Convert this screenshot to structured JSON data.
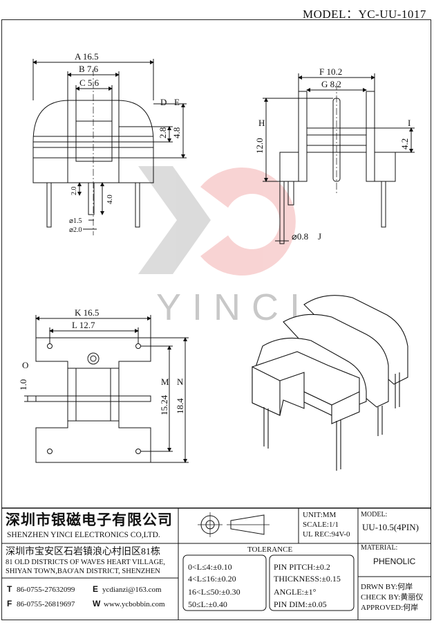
{
  "model_header": "MODEL：YC-UU-1017",
  "watermark": "YINCI",
  "colors": {
    "line": "#111111",
    "watermark_red": "#e85a5a",
    "watermark_gray": "#bfbfbf"
  },
  "front_view": {
    "A": "A 16.5",
    "B": "B 7.6",
    "C": "C 5.6",
    "D": "D",
    "D_val": "2.8",
    "E": "E",
    "E_val": "4.8",
    "dim_2_0": "2.0",
    "dim_4_0": "4.0",
    "phi_1_5": "⌀1.5",
    "phi_2_0": "⌀2.0"
  },
  "side_view": {
    "F": "F 10.2",
    "G": "G 8.2",
    "H": "H",
    "H_val": "12.0",
    "I": "I",
    "I_val": "4.2",
    "phi_0_8": "⌀0.8",
    "J": "J"
  },
  "bottom_view": {
    "K": "K 16.5",
    "L": "L 12.7",
    "O": "O",
    "O_val": "1.0",
    "M": "M",
    "M_val": "15.24",
    "N": "N",
    "N_val": "18.4"
  },
  "title_block": {
    "company_cn": "深圳市银磁电子有限公司",
    "company_en": "SHENZHEN YINCI ELECTRONICS CO,LTD.",
    "unit": "UNIT:MM",
    "scale": "SCALE:1/1",
    "ul_rec": "UL REC:94V-0",
    "model_label": "MODEL:",
    "model_value": "UU-10.5(4PIN)",
    "address_cn": "深圳市宝安区石岩镇浪心村旧区81栋",
    "address_en_1": "81 OLD DISTRICTS OF WAVES HEART VILLAGE,",
    "address_en_2": "SHIYAN TOWN,BAO'AN DISTRICT, SHENZHEN",
    "tolerance_title": "TOLERANCE",
    "tolerances": [
      "0<L≤4:±0.10",
      "4<L≤16:±0.20",
      "16<L≤50:±0.30",
      "50≤L:±0.40"
    ],
    "specs": [
      "PIN PITCH:±0.2",
      "THICKNESS:±0.15",
      "ANGLE:±1°",
      "PIN DIM:±0.05"
    ],
    "material_label": "MATERIAL:",
    "material_value": "PHENOLIC",
    "tel_label": "T",
    "tel": "86-0755-27632099",
    "email_label": "E",
    "email": "ycdianzi@163.com",
    "fax_label": "F",
    "fax": "86-0755-26819697",
    "web_label": "W",
    "web": "www.ycbobbin.com",
    "drawn_by": "DRWN BY:何岸",
    "check_by": "CHECK BY:黄丽仪",
    "approved": "APPROVED:何岸"
  }
}
